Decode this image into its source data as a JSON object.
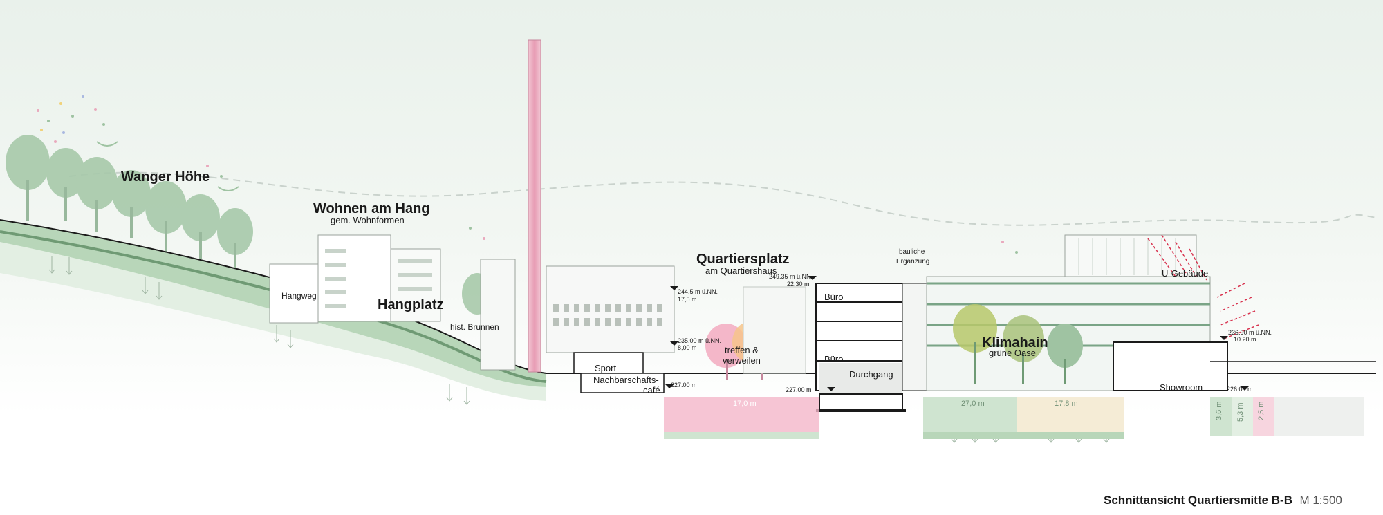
{
  "labels": {
    "wanger_hoehe": "Wanger Höhe",
    "wohnen_am_hang": "Wohnen am Hang",
    "wohnen_sub": "gem. Wohnformen",
    "hangweg": "Hangweg",
    "hangplatz": "Hangplatz",
    "hist_brunnen": "hist. Brunnen",
    "sport": "Sport",
    "nachbarschafts": "Nachbarschafts-",
    "cafe": "café",
    "quartiersplatz": "Quartiersplatz",
    "quartiersplatz_sub": "am Quartiershaus",
    "treffen": "treffen &",
    "verweilen": "verweilen",
    "bauliche": "bauliche",
    "ergaenzung": "Ergänzung",
    "buero_top": "Büro",
    "buero_bottom": "Büro",
    "durchgang": "Durchgang",
    "u_gebaeude": "U-Gebäude",
    "klimahain": "Klimahain",
    "gruene_oase": "grüne Oase",
    "showroom": "Showroom"
  },
  "levels": {
    "l_2445": "244.5 m ü.NN.",
    "l_175": "17,5 m",
    "l_2350": "235.00 m ü.NN.",
    "l_80": "8,00 m",
    "l_2270a": "227.00 m",
    "l_2270b": "227.00 m",
    "l_24935": "249.35 m ü.NN.",
    "l_2230": "22.30 m",
    "l_23690": "236.90 m ü.NN.",
    "l_1020": "10.20 m",
    "l_2260": "226.00 m"
  },
  "widths": {
    "w_170": "17,0 m",
    "w_270": "27,0 m",
    "w_178": "17,8 m",
    "w_36": "3,6 m",
    "w_53": "5,3 m",
    "w_25": "2,5 m"
  },
  "title": {
    "main": "Schnittansicht Quartiersmitte B-B",
    "scale": "M 1:500"
  },
  "colors": {
    "ground_green": "#b8d6b9",
    "ground_dark": "#6f9a74",
    "pink": "#f4b7c9",
    "chimney": "#e9a9bd",
    "tree_green": "#9fc3a2",
    "accent_red": "#d8334f",
    "beige": "#f5ecd6"
  }
}
